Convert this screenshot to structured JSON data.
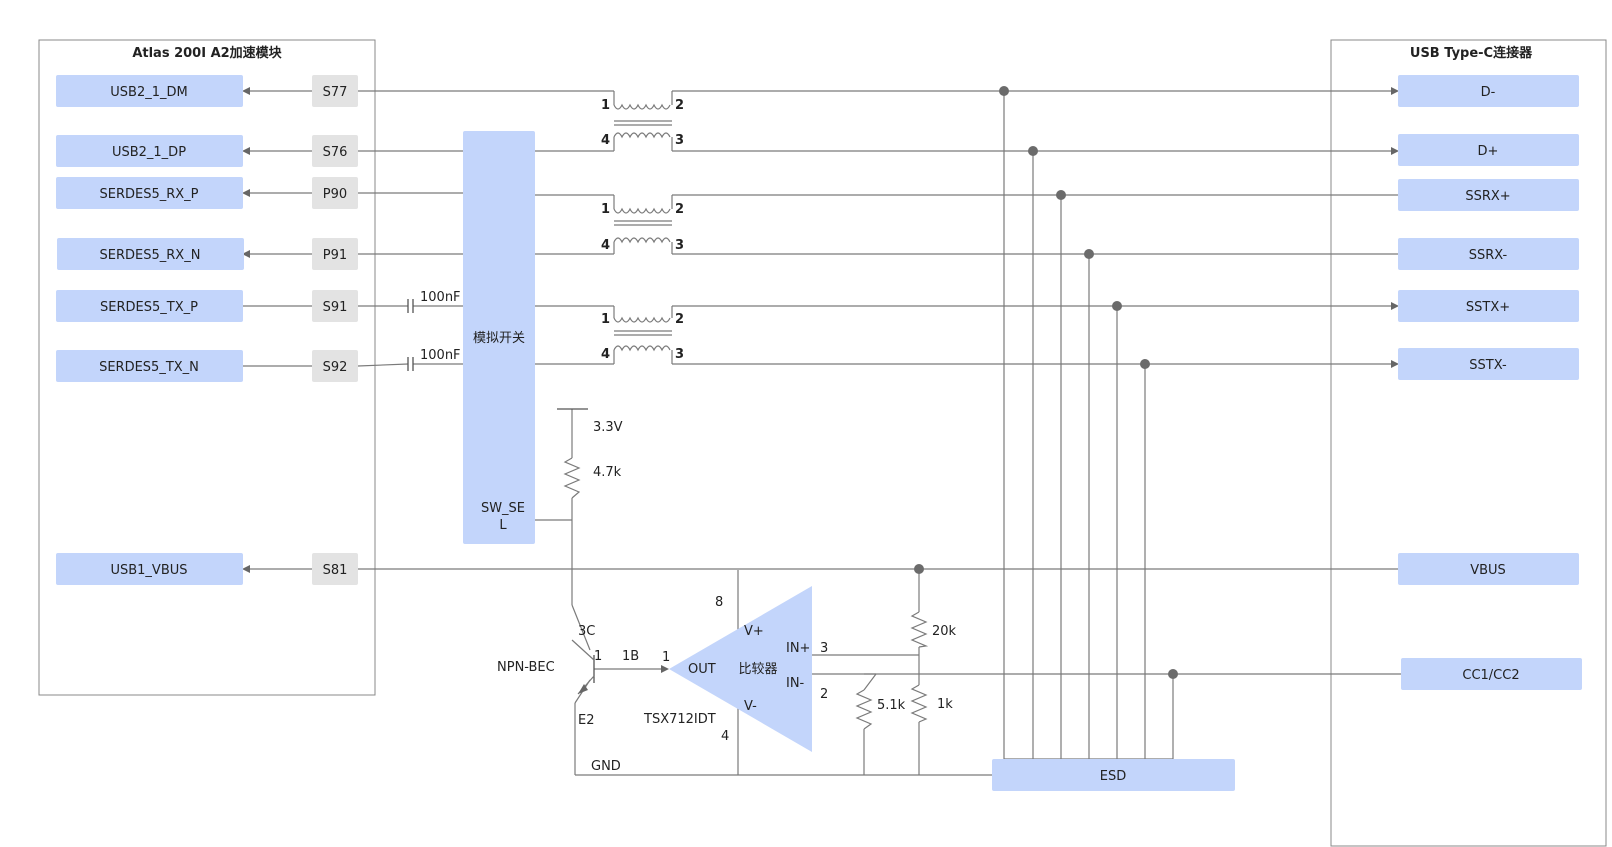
{
  "left_module": {
    "title": "Atlas 200I A2加速模块"
  },
  "right_module": {
    "title": "USB Type-C连接器"
  },
  "signals": [
    {
      "name": "USB2_1_DM",
      "pin": "S77",
      "right": "D-"
    },
    {
      "name": "USB2_1_DP",
      "pin": "S76",
      "right": "D+"
    },
    {
      "name": "SERDES5_RX_P",
      "pin": "P90",
      "right": "SSRX+"
    },
    {
      "name": "SERDES5_RX_N",
      "pin": "P91",
      "right": "SSRX-"
    },
    {
      "name": "SERDES5_TX_P",
      "pin": "S91",
      "right": "SSTX+"
    },
    {
      "name": "SERDES5_TX_N",
      "pin": "S92",
      "right": "SSTX-"
    },
    {
      "name": "USB1_VBUS",
      "pin": "S81",
      "right": "VBUS"
    }
  ],
  "cc_label": "CC1/CC2",
  "switch": {
    "label": "模拟开关",
    "sel_label_1": "SW_SE",
    "sel_label_2": "L"
  },
  "capacitors": {
    "tx_p": "100nF",
    "tx_n": "100nF"
  },
  "transformer_pins": {
    "p1": "1",
    "p2": "2",
    "p3": "3",
    "p4": "4"
  },
  "supply": {
    "voltage": "3.3V",
    "pullup": "4.7k"
  },
  "transistor": {
    "label": "NPN-BEC",
    "collector": "3C",
    "base_pin": "1",
    "base": "1B",
    "emitter": "E2"
  },
  "comparator": {
    "label": "比较器",
    "part": "TSX712IDT",
    "out": "OUT",
    "out_pin": "1",
    "vplus": "V+",
    "vplus_pin": "8",
    "vminus": "V-",
    "vminus_pin": "4",
    "inplus": "IN+",
    "inplus_pin": "3",
    "inminus": "IN-",
    "inminus_pin": "2"
  },
  "resistors": {
    "r_top": "20k",
    "r_bottom": "1k",
    "r_ref": "5.1k"
  },
  "gnd": "GND",
  "esd": "ESD"
}
